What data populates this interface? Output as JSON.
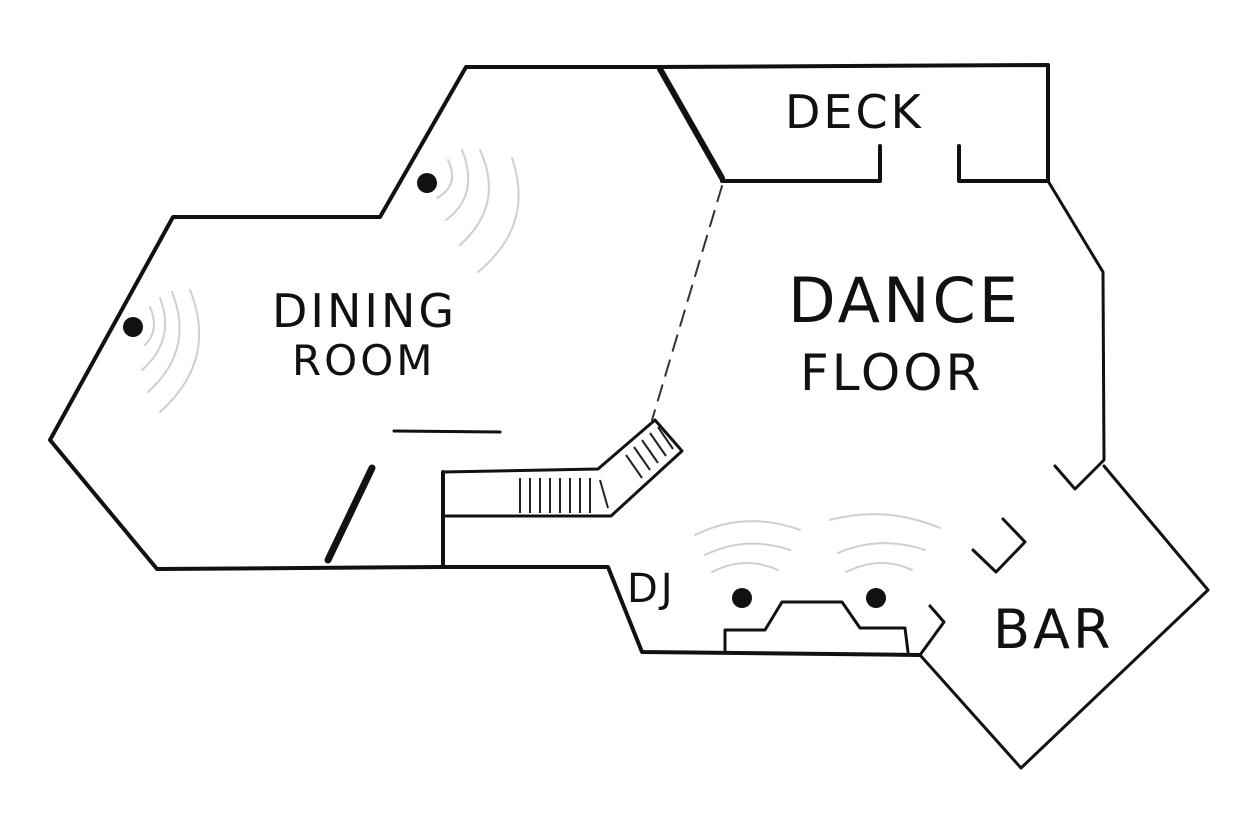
{
  "rooms": {
    "deck": "DECK",
    "dining_line1": "DINING",
    "dining_line2": "ROOM",
    "dance_line1": "DANCE",
    "dance_line2": "FLOOR",
    "dj": "DJ",
    "bar": "BAR"
  },
  "colors": {
    "wall": "#111111",
    "sound_wave": "#cfcfcf",
    "background": "#ffffff"
  }
}
